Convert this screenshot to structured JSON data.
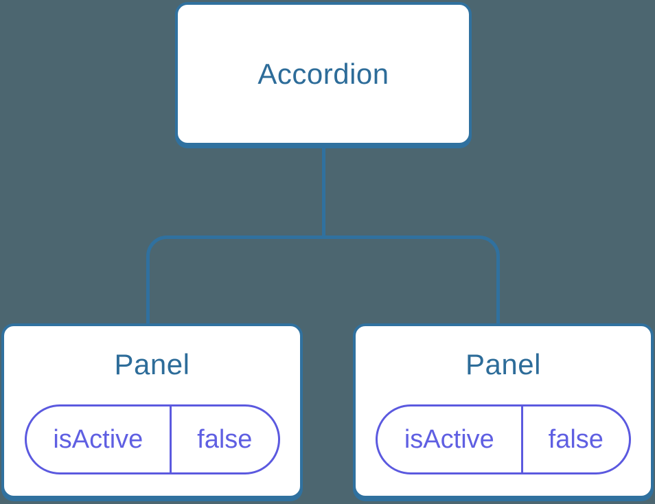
{
  "diagram": {
    "type": "component-tree",
    "root": {
      "label": "Accordion"
    },
    "children": [
      {
        "label": "Panel",
        "state": {
          "name": "isActive",
          "value": "false"
        }
      },
      {
        "label": "Panel",
        "state": {
          "name": "isActive",
          "value": "false"
        }
      }
    ],
    "colors": {
      "background": "#4C6670",
      "node_bg": "#FFFFFF",
      "node_border": "#30719F",
      "node_text": "#2D6C99",
      "connector": "#30719F",
      "state_border": "#5B59DF",
      "state_text": "#5F5FE2"
    }
  }
}
